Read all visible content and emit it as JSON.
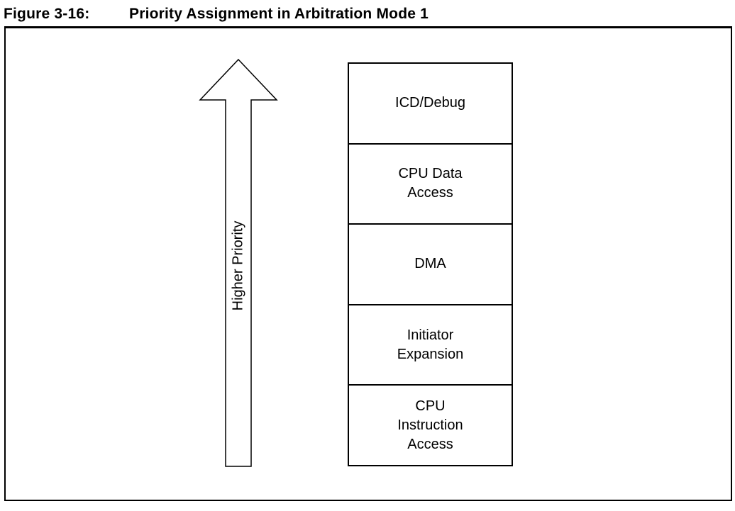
{
  "caption": {
    "label": "Figure 3-16:",
    "title": "Priority Assignment in Arbitration Mode 1"
  },
  "arrow": {
    "label": "Higher Priority",
    "direction": "up"
  },
  "stack": {
    "items": [
      {
        "label": "ICD/Debug"
      },
      {
        "label": "CPU Data\nAccess"
      },
      {
        "label": "DMA"
      },
      {
        "label": "Initiator\nExpansion"
      },
      {
        "label": "CPU\nInstruction\nAccess"
      }
    ]
  },
  "colors": {
    "line": "#000000",
    "background": "#ffffff",
    "text": "#000000"
  }
}
